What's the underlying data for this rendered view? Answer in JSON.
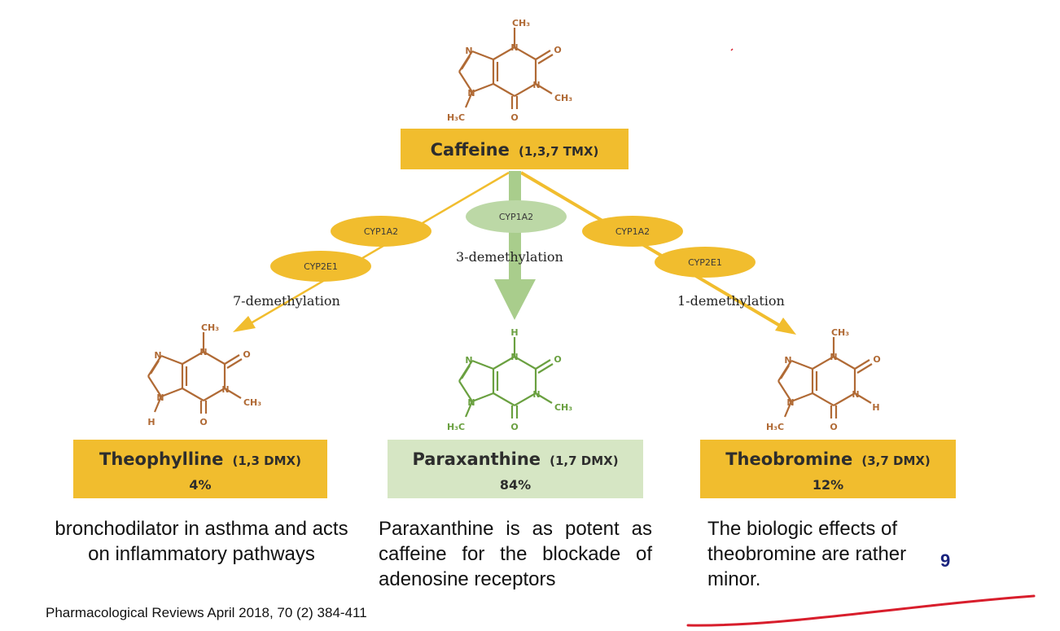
{
  "caffeine": {
    "name": "Caffeine",
    "code": "(1,3,7 TMX)",
    "atoms": {
      "me1": "CH₃",
      "n1": "N",
      "o1": "O",
      "n3": "N",
      "me3": "CH₃",
      "o2": "O",
      "n7": "N",
      "me7": "H₃C",
      "n9": "N"
    }
  },
  "enzymes": {
    "left_1": "CYP1A2",
    "left_2": "CYP2E1",
    "center": "CYP1A2",
    "right_1": "CYP1A2",
    "right_2": "CYP2E1"
  },
  "reactions": {
    "left": "7-demethylation",
    "center": "3-demethylation",
    "right": "1-demethylation"
  },
  "products": [
    {
      "name": "Theophylline",
      "code": "(1,3 DMX)",
      "percent": "4%",
      "percent_value": 4,
      "atoms": {
        "me1": "CH₃",
        "n1": "N",
        "o1": "O",
        "n3": "N",
        "me3": "CH₃",
        "o2": "O",
        "n7": "N",
        "me7": "H",
        "n9": "N"
      },
      "description": "bronchodilator in asthma and acts on inflammatory pathways"
    },
    {
      "name": "Paraxanthine",
      "code": "(1,7 DMX)",
      "percent": "84%",
      "percent_value": 84,
      "atoms": {
        "me1": "H",
        "n1": "N",
        "o1": "O",
        "n3": "N",
        "me3": "CH₃",
        "o2": "O",
        "n7": "N",
        "me7": "H₃C",
        "n9": "N"
      },
      "description": "Paraxanthine is as potent as caffeine for the blockade of adenosine receptors"
    },
    {
      "name": "Theobromine",
      "code": "(3,7 DMX)",
      "percent": "12%",
      "percent_value": 12,
      "atoms": {
        "me1": "CH₃",
        "n1": "N",
        "o1": "O",
        "n3": "N",
        "me3": "H",
        "o2": "O",
        "n7": "N",
        "me7": "H₃C",
        "n9": "N"
      },
      "description": "The biologic effects of theobromine are rather minor."
    }
  ],
  "citation": "Pharmacological Reviews April 2018, 70 (2) 384-411",
  "page_number": "9",
  "colors": {
    "box_gold": "#f1bd2e",
    "box_green": "#d6e6c4",
    "ellipse_gold": "#f1bd2e",
    "ellipse_green": "#bcd8a6",
    "arrow_gold": "#f1bd2e",
    "arrow_green": "#a9cd8c",
    "molecule_brown": "#b06a35",
    "molecule_green": "#6aa040",
    "annotation_red": "#d81e2c",
    "page_number": "#1a237e"
  }
}
